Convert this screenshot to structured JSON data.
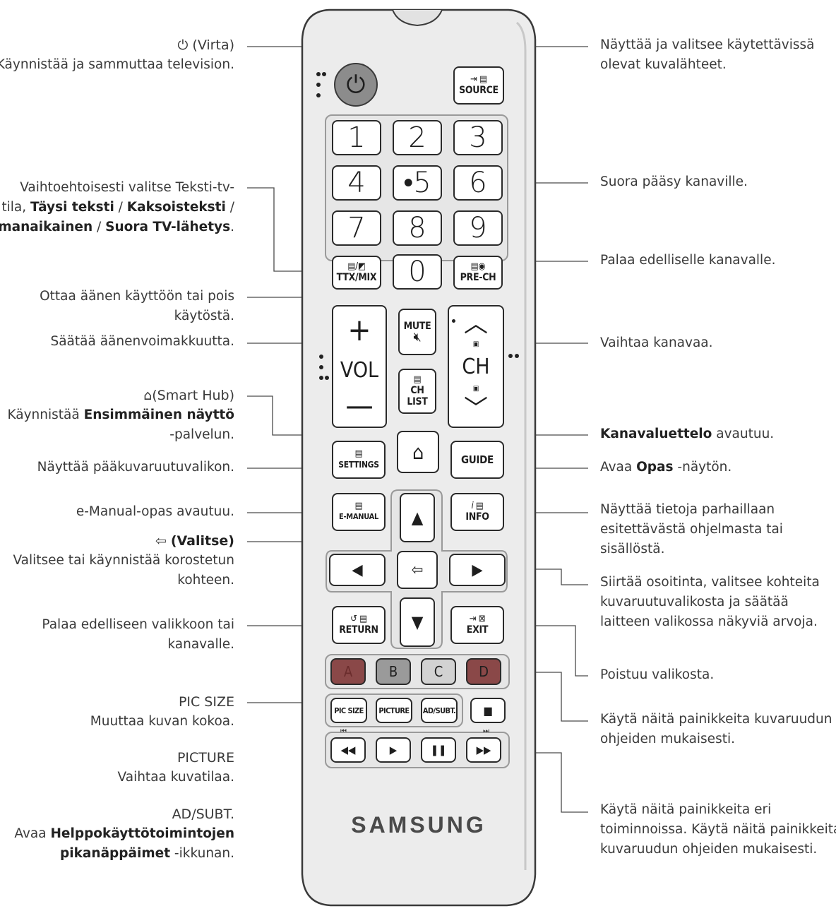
{
  "labels": {
    "power": {
      "title": "(Virta)",
      "desc": "Käynnistää ja sammuttaa television."
    },
    "source": {
      "l1": "Näyttää ja valitsee käytettävissä",
      "l2": "olevat kuvalähteet."
    },
    "ttx": {
      "l1": "Vaihtoehtoisesti valitse Teksti-tv-",
      "l2a": "tila, ",
      "l2b": "Täysi teksti",
      "l2c": " / ",
      "l2d": "Kaksoisteksti",
      "l2e": " /",
      "l3a": "Samanaikainen",
      "l3b": " / ",
      "l3c": "Suora TV-lähetys",
      "l3d": "."
    },
    "numbers": "Suora pääsy kanaville.",
    "prech": "Palaa edelliselle kanavalle.",
    "mute": {
      "l1": "Ottaa äänen käyttöön tai pois",
      "l2": "käytöstä."
    },
    "vol": "Säätää äänenvoimakkuutta.",
    "ch": "Vaihtaa kanavaa.",
    "smarthub": {
      "title": "(Smart Hub)",
      "l1a": "Käynnistää ",
      "l1b": "Ensimmäinen näyttö",
      "l2": "-palvelun."
    },
    "chlist": {
      "b": "Kanavaluettelo",
      "rest": " avautuu."
    },
    "settings": "Näyttää pääkuvaruutuvalikon.",
    "guide": {
      "a": "Avaa ",
      "b": "Opas",
      "c": " -näytön."
    },
    "emanual": "e-Manual-opas avautuu.",
    "info": {
      "l1": "Näyttää tietoja parhaillaan",
      "l2": "esitettävästä ohjelmasta tai",
      "l3": "sisällöstä."
    },
    "select": {
      "title": "(Valitse)",
      "l1": "Valitsee tai käynnistää korostetun",
      "l2": "kohteen."
    },
    "arrows": {
      "l1": "Siirtää osoitinta, valitsee kohteita",
      "l2": "kuvaruutuvalikosta ja säätää",
      "l3": "laitteen valikossa näkyviä arvoja."
    },
    "return": {
      "l1": "Palaa edelliseen valikkoon tai",
      "l2": "kanavalle."
    },
    "exit": "Poistuu valikosta.",
    "colors": {
      "l1": "Käytä näitä painikkeita kuvaruudun",
      "l2": "ohjeiden mukaisesti."
    },
    "picsize": {
      "title": "PIC SIZE",
      "desc": "Muuttaa kuvan kokoa."
    },
    "picture": {
      "title": "PICTURE",
      "desc": "Vaihtaa kuvatilaa."
    },
    "adsubt": {
      "title": "AD/SUBT.",
      "l1a": "Avaa ",
      "l1b": "Helppokäyttötoimintojen",
      "l2b": "pikanäppäimet",
      "l2c": " -ikkunan."
    },
    "media": {
      "l1": "Käytä näitä painikkeita eri",
      "l2": "toiminnoissa. Käytä näitä painikkeita",
      "l3": "kuvaruudun ohjeiden mukaisesti."
    }
  },
  "remote": {
    "brand": "SAMSUNG",
    "digits": [
      "1",
      "2",
      "3",
      "4",
      "•5",
      "6",
      "7",
      "8",
      "9",
      "0"
    ],
    "source": "SOURCE",
    "ttx": "TTX/MIX",
    "prech": "PRE-CH",
    "mute": "MUTE",
    "vol": "VOL",
    "ch": "CH",
    "chlist1": "CH",
    "chlist2": "LIST",
    "settings": "SETTINGS",
    "guide": "GUIDE",
    "emanual": "E-MANUAL",
    "info": "INFO",
    "return": "RETURN",
    "exit": "EXIT",
    "colors": [
      "A",
      "B",
      "C",
      "D"
    ],
    "picsize": "PIC SIZE",
    "picture": "PICTURE",
    "adsubt": "AD/SUBT.",
    "color_values": {
      "A": "#8a4848",
      "B": "#9a9a9a",
      "C": "#d2d2d2",
      "D": "#8a4848",
      "power": "#8c8c8c",
      "body": "#ececec"
    }
  }
}
